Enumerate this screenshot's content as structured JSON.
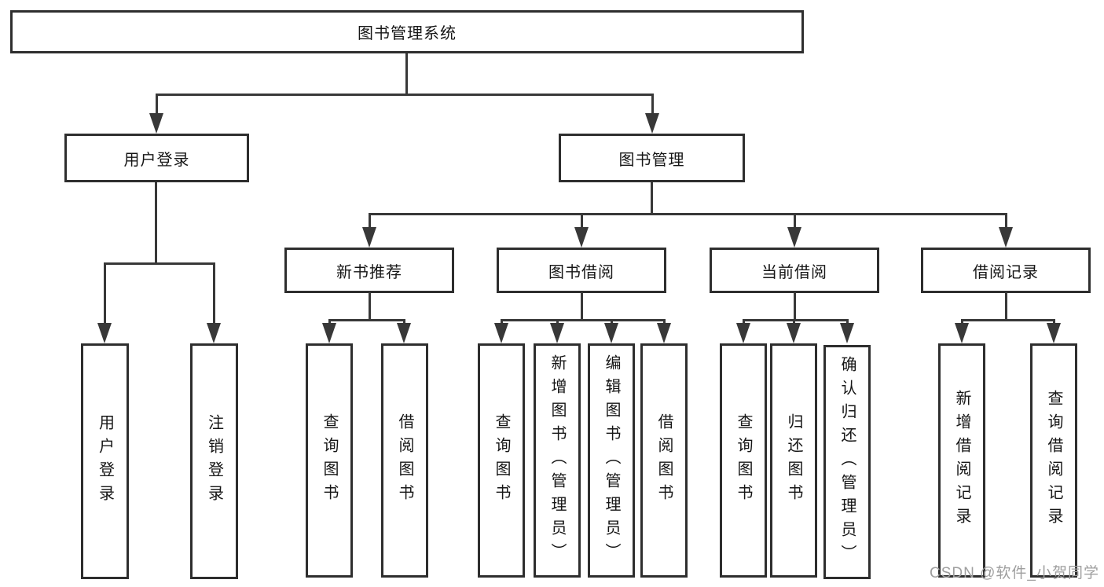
{
  "colors": {
    "background": "#ffffff",
    "line": "#383838",
    "box_border": "#2e2e2e",
    "text": "#161616",
    "watermark": "#9e9e9e"
  },
  "watermark": "CSDN @软件_小贺同学",
  "tree": {
    "label": "图书管理系统",
    "children": [
      {
        "label": "用户登录",
        "children": [
          {
            "label": "用户登录"
          },
          {
            "label": "注销登录"
          }
        ]
      },
      {
        "label": "图书管理",
        "children": [
          {
            "label": "新书推荐",
            "children": [
              {
                "label": "查询图书"
              },
              {
                "label": "借阅图书"
              }
            ]
          },
          {
            "label": "图书借阅",
            "children": [
              {
                "label": "查询图书"
              },
              {
                "label": "新增图书（管理员）"
              },
              {
                "label": "编辑图书（管理员）"
              },
              {
                "label": "借阅图书"
              }
            ]
          },
          {
            "label": "当前借阅",
            "children": [
              {
                "label": "查询图书"
              },
              {
                "label": "归还图书"
              },
              {
                "label": "确认归还（管理员）"
              }
            ]
          },
          {
            "label": "借阅记录",
            "children": [
              {
                "label": "新增借阅记录"
              },
              {
                "label": "查询借阅记录"
              }
            ]
          }
        ]
      }
    ]
  }
}
